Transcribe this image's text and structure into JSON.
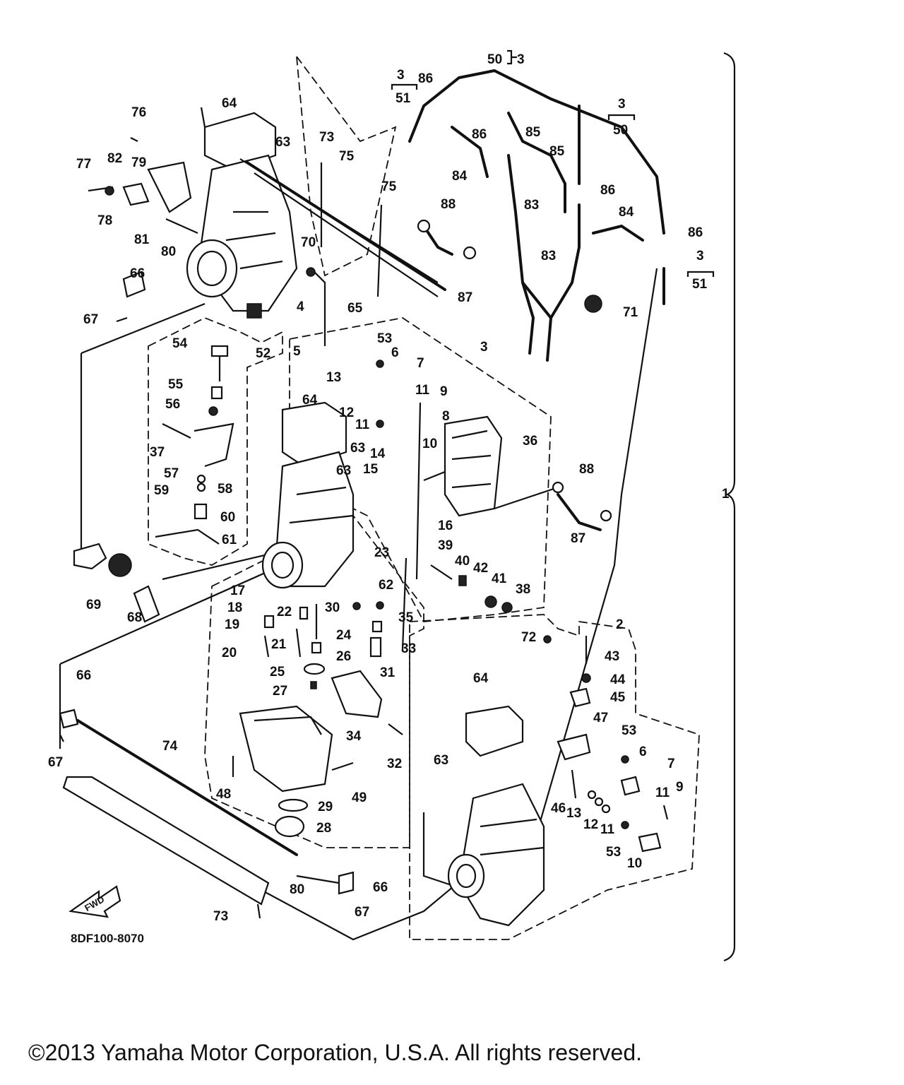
{
  "diagram": {
    "code": "8DF100-8070",
    "fwd": "FWD",
    "copyright": "©2013 Yamaha Motor Corporation, U.S.A. All rights reserved.",
    "labels": [
      {
        "id": "l1",
        "text": "1"
      },
      {
        "id": "l2",
        "text": "2"
      },
      {
        "id": "l3a",
        "text": "3"
      },
      {
        "id": "l3b",
        "text": "3"
      },
      {
        "id": "l3c",
        "text": "3"
      },
      {
        "id": "l3d",
        "text": "3"
      },
      {
        "id": "l3e",
        "text": "3"
      },
      {
        "id": "l4",
        "text": "4"
      },
      {
        "id": "l5",
        "text": "5"
      },
      {
        "id": "l6a",
        "text": "6"
      },
      {
        "id": "l6b",
        "text": "6"
      },
      {
        "id": "l7a",
        "text": "7"
      },
      {
        "id": "l7b",
        "text": "7"
      },
      {
        "id": "l8",
        "text": "8"
      },
      {
        "id": "l9a",
        "text": "9"
      },
      {
        "id": "l9b",
        "text": "9"
      },
      {
        "id": "l10a",
        "text": "10"
      },
      {
        "id": "l10b",
        "text": "10"
      },
      {
        "id": "l11a",
        "text": "11"
      },
      {
        "id": "l11b",
        "text": "11"
      },
      {
        "id": "l11c",
        "text": "11"
      },
      {
        "id": "l11d",
        "text": "11"
      },
      {
        "id": "l12a",
        "text": "12"
      },
      {
        "id": "l12b",
        "text": "12"
      },
      {
        "id": "l13a",
        "text": "13"
      },
      {
        "id": "l13b",
        "text": "13"
      },
      {
        "id": "l14",
        "text": "14"
      },
      {
        "id": "l15",
        "text": "15"
      },
      {
        "id": "l16",
        "text": "16"
      },
      {
        "id": "l17",
        "text": "17"
      },
      {
        "id": "l18",
        "text": "18"
      },
      {
        "id": "l19",
        "text": "19"
      },
      {
        "id": "l20",
        "text": "20"
      },
      {
        "id": "l21",
        "text": "21"
      },
      {
        "id": "l22",
        "text": "22"
      },
      {
        "id": "l23",
        "text": "23"
      },
      {
        "id": "l24",
        "text": "24"
      },
      {
        "id": "l25",
        "text": "25"
      },
      {
        "id": "l26",
        "text": "26"
      },
      {
        "id": "l27",
        "text": "27"
      },
      {
        "id": "l28",
        "text": "28"
      },
      {
        "id": "l29",
        "text": "29"
      },
      {
        "id": "l30",
        "text": "30"
      },
      {
        "id": "l31",
        "text": "31"
      },
      {
        "id": "l32",
        "text": "32"
      },
      {
        "id": "l33",
        "text": "33"
      },
      {
        "id": "l34",
        "text": "34"
      },
      {
        "id": "l35",
        "text": "35"
      },
      {
        "id": "l36",
        "text": "36"
      },
      {
        "id": "l37",
        "text": "37"
      },
      {
        "id": "l38",
        "text": "38"
      },
      {
        "id": "l39",
        "text": "39"
      },
      {
        "id": "l40",
        "text": "40"
      },
      {
        "id": "l41",
        "text": "41"
      },
      {
        "id": "l42",
        "text": "42"
      },
      {
        "id": "l43",
        "text": "43"
      },
      {
        "id": "l44",
        "text": "44"
      },
      {
        "id": "l45",
        "text": "45"
      },
      {
        "id": "l46",
        "text": "46"
      },
      {
        "id": "l47",
        "text": "47"
      },
      {
        "id": "l48",
        "text": "48"
      },
      {
        "id": "l49",
        "text": "49"
      },
      {
        "id": "l50a",
        "text": "50"
      },
      {
        "id": "l50b",
        "text": "50"
      },
      {
        "id": "l51a",
        "text": "51"
      },
      {
        "id": "l51b",
        "text": "51"
      },
      {
        "id": "l52",
        "text": "52"
      },
      {
        "id": "l53a",
        "text": "53"
      },
      {
        "id": "l53b",
        "text": "53"
      },
      {
        "id": "l53c",
        "text": "53"
      },
      {
        "id": "l54",
        "text": "54"
      },
      {
        "id": "l55",
        "text": "55"
      },
      {
        "id": "l56",
        "text": "56"
      },
      {
        "id": "l57",
        "text": "57"
      },
      {
        "id": "l58",
        "text": "58"
      },
      {
        "id": "l59",
        "text": "59"
      },
      {
        "id": "l60",
        "text": "60"
      },
      {
        "id": "l61",
        "text": "61"
      },
      {
        "id": "l62",
        "text": "62"
      },
      {
        "id": "l63a",
        "text": "63"
      },
      {
        "id": "l63b",
        "text": "63"
      },
      {
        "id": "l63c",
        "text": "63"
      },
      {
        "id": "l63d",
        "text": "63"
      },
      {
        "id": "l64a",
        "text": "64"
      },
      {
        "id": "l64b",
        "text": "64"
      },
      {
        "id": "l64c",
        "text": "64"
      },
      {
        "id": "l65",
        "text": "65"
      },
      {
        "id": "l66a",
        "text": "66"
      },
      {
        "id": "l66b",
        "text": "66"
      },
      {
        "id": "l66c",
        "text": "66"
      },
      {
        "id": "l67a",
        "text": "67"
      },
      {
        "id": "l67b",
        "text": "67"
      },
      {
        "id": "l67c",
        "text": "67"
      },
      {
        "id": "l68",
        "text": "68"
      },
      {
        "id": "l69",
        "text": "69"
      },
      {
        "id": "l70",
        "text": "70"
      },
      {
        "id": "l71",
        "text": "71"
      },
      {
        "id": "l72",
        "text": "72"
      },
      {
        "id": "l73a",
        "text": "73"
      },
      {
        "id": "l73b",
        "text": "73"
      },
      {
        "id": "l74",
        "text": "74"
      },
      {
        "id": "l75a",
        "text": "75"
      },
      {
        "id": "l75b",
        "text": "75"
      },
      {
        "id": "l76",
        "text": "76"
      },
      {
        "id": "l77",
        "text": "77"
      },
      {
        "id": "l78",
        "text": "78"
      },
      {
        "id": "l79",
        "text": "79"
      },
      {
        "id": "l80a",
        "text": "80"
      },
      {
        "id": "l80b",
        "text": "80"
      },
      {
        "id": "l81",
        "text": "81"
      },
      {
        "id": "l82",
        "text": "82"
      },
      {
        "id": "l83a",
        "text": "83"
      },
      {
        "id": "l83b",
        "text": "83"
      },
      {
        "id": "l84a",
        "text": "84"
      },
      {
        "id": "l84b",
        "text": "84"
      },
      {
        "id": "l85a",
        "text": "85"
      },
      {
        "id": "l85b",
        "text": "85"
      },
      {
        "id": "l86a",
        "text": "86"
      },
      {
        "id": "l86b",
        "text": "86"
      },
      {
        "id": "l86c",
        "text": "86"
      },
      {
        "id": "l86d",
        "text": "86"
      },
      {
        "id": "l87a",
        "text": "87"
      },
      {
        "id": "l87b",
        "text": "87"
      },
      {
        "id": "l88a",
        "text": "88"
      },
      {
        "id": "l88b",
        "text": "88"
      }
    ]
  }
}
